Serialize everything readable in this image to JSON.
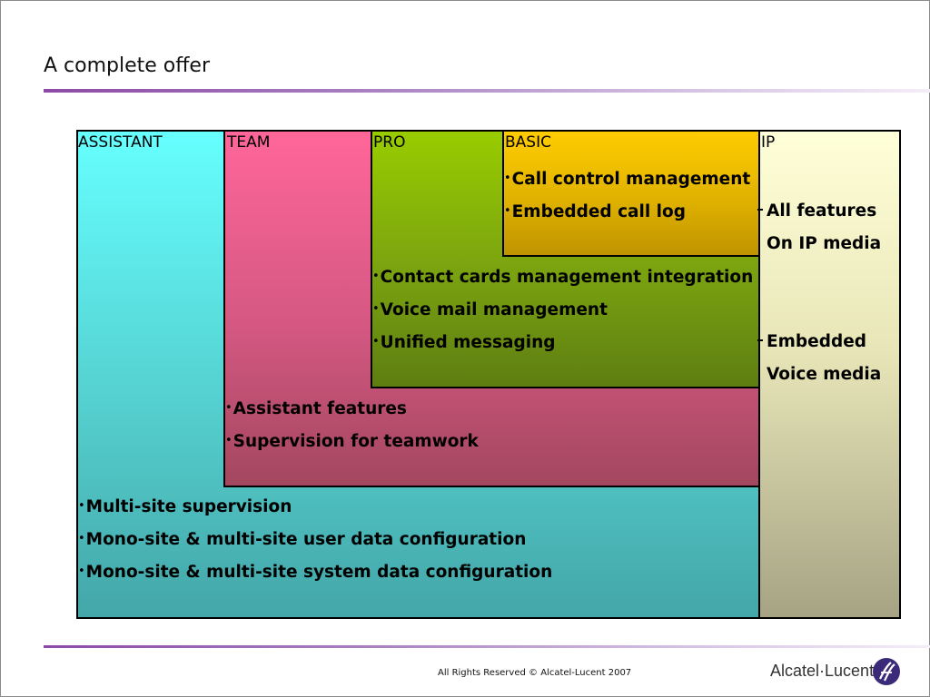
{
  "slide": {
    "title": "A complete offer",
    "boxes": {
      "assistant": {
        "label": "ASSISTANT",
        "items": [
          "Multi-site supervision",
          "Mono-site & multi-site user data configuration",
          "Mono-site & multi-site system data configuration"
        ]
      },
      "team": {
        "label": "TEAM",
        "items": [
          "Assistant features",
          "Supervision for teamwork"
        ]
      },
      "pro": {
        "label": "PRO",
        "items": [
          "Contact cards management integration",
          "Voice mail management",
          "Unified messaging"
        ]
      },
      "basic": {
        "label": "BASIC",
        "items": [
          "Call control management",
          "Embedded call log"
        ]
      },
      "ip": {
        "label": "IP",
        "items": [
          "All features",
          "On IP media",
          "Embedded",
          "Voice media"
        ]
      }
    },
    "bullet": "•",
    "footer": "All Rights Reserved © Alcatel-Lucent 2007",
    "logo_text": "Alcatel·Lucent"
  },
  "colors": {
    "assistant": "#66ffff",
    "team": "#ff6699",
    "pro": "#99cc00",
    "basic": "#ffcc00",
    "ip": "#ffffd8",
    "rule": "#8d4aa6"
  }
}
